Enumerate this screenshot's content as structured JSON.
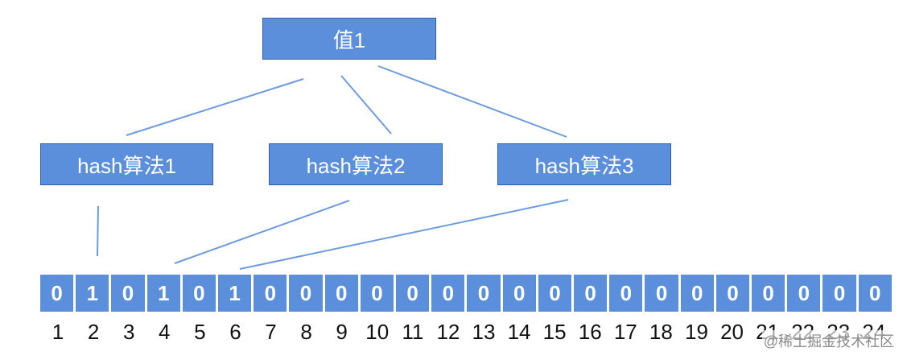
{
  "value_label": "值1",
  "hash_functions": [
    {
      "label": "hash算法1"
    },
    {
      "label": "hash算法2"
    },
    {
      "label": "hash算法3"
    }
  ],
  "bit_array": {
    "bits": [
      "0",
      "1",
      "0",
      "1",
      "0",
      "1",
      "0",
      "0",
      "0",
      "0",
      "0",
      "0",
      "0",
      "0",
      "0",
      "0",
      "0",
      "0",
      "0",
      "0",
      "0",
      "0",
      "0",
      "0"
    ],
    "indices": [
      "1",
      "2",
      "3",
      "4",
      "5",
      "6",
      "7",
      "8",
      "9",
      "10",
      "11",
      "12",
      "13",
      "14",
      "15",
      "16",
      "17",
      "18",
      "19",
      "20",
      "21",
      "22",
      "23",
      "24"
    ]
  },
  "mappings": [
    {
      "hash": 1,
      "bit_index": 2
    },
    {
      "hash": 2,
      "bit_index": 4
    },
    {
      "hash": 3,
      "bit_index": 6
    }
  ],
  "watermark": "@稀土掘金技术社区",
  "colors": {
    "box_fill": "#5b8fdc",
    "box_border": "#2f5ea8",
    "connector": "#6d9be0",
    "text_light": "#ffffff"
  }
}
